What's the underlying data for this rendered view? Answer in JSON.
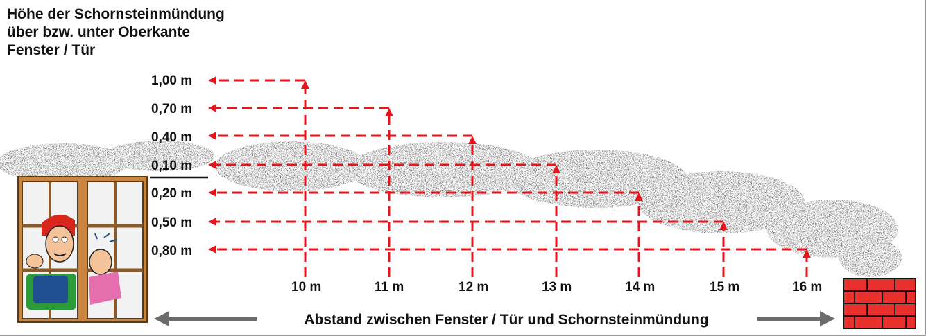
{
  "title": {
    "line1": "Höhe der Schornsteinmündung",
    "line2": "über bzw. unter Oberkante",
    "line3": "Fenster / Tür"
  },
  "colors": {
    "dash": "#e8141b",
    "axis_arrow": "#6b6b6b",
    "smoke": "#3a3a3a",
    "brick": "#e8302c",
    "window_frame": "#b87333"
  },
  "diagram": {
    "heights": [
      "1,00 m",
      "0,70 m",
      "0,40 m",
      "0,10 m",
      "0,20 m",
      "0,50 m",
      "0,80 m"
    ],
    "distances": [
      "10 m",
      "11 m",
      "12 m",
      "13 m",
      "14 m",
      "15 m",
      "16 m"
    ],
    "axis_label": "Abstand zwischen Fenster / Tür und Schornsteinmündung",
    "icons": [
      "window-with-people-icon",
      "chimney-brick-icon",
      "smoke-cloud-icon"
    ]
  }
}
